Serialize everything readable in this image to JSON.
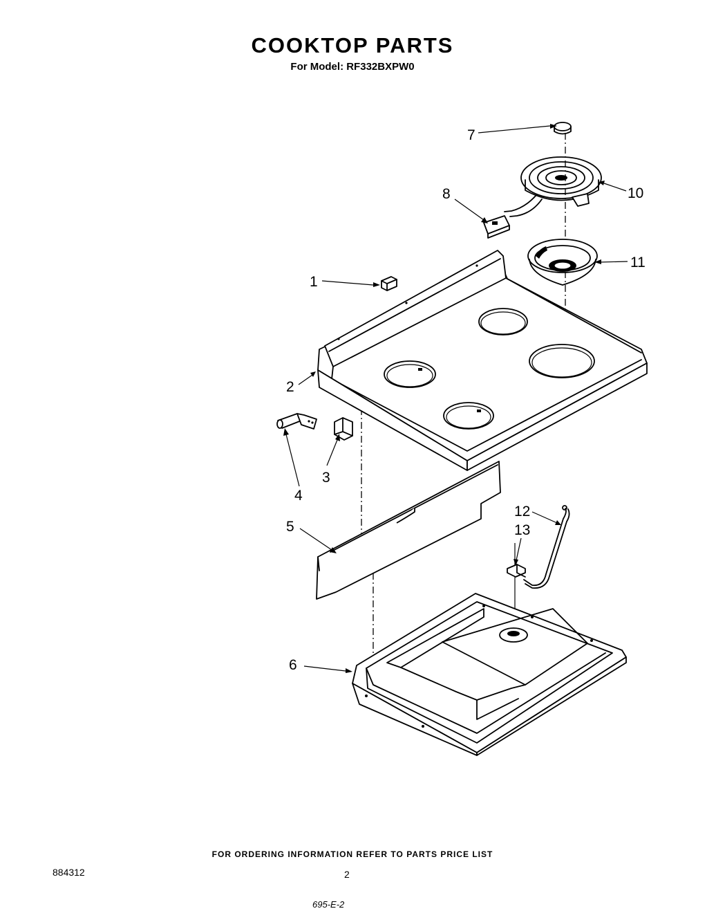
{
  "header": {
    "title": "COOKTOP PARTS",
    "model_line": "For Model: RF332BXPW0"
  },
  "diagram": {
    "callouts": [
      "1",
      "2",
      "3",
      "4",
      "5",
      "6",
      "7",
      "8",
      "10",
      "11",
      "12",
      "13"
    ]
  },
  "footer": {
    "ordering_info": "FOR ORDERING INFORMATION REFER TO PARTS PRICE LIST",
    "doc_number": "884312",
    "page_number": "2",
    "stamp": "695-E-2"
  }
}
